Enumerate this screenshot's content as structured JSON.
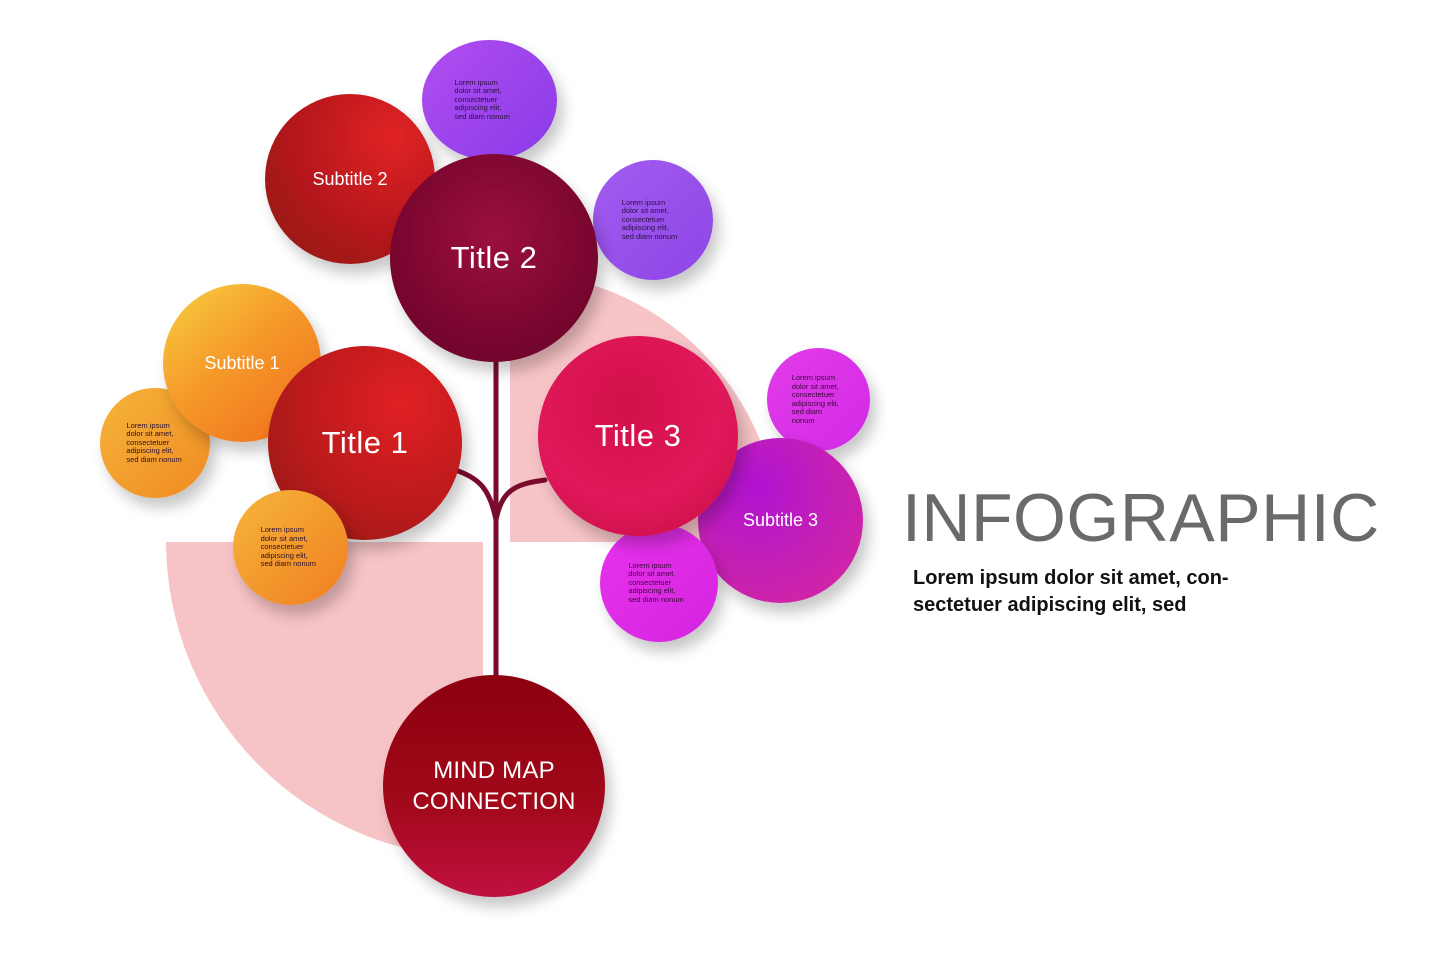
{
  "colors": {
    "shape_fill": "#f6c3c6",
    "connector": "#7a0a2e",
    "heading": "#6a6a6a",
    "tagline": "#111111"
  },
  "nodes": {
    "root": {
      "label": "MIND MAP\nCONNECTION"
    },
    "title1": {
      "label": "Title 1"
    },
    "title2": {
      "label": "Title 2"
    },
    "title3": {
      "label": "Title 3"
    },
    "subtitle1": {
      "label": "Subtitle 1"
    },
    "subtitle2": {
      "label": "Subtitle 2"
    },
    "subtitle3": {
      "label": "Subtitle 3"
    }
  },
  "notes": {
    "note1a": "Lorem ipsum\ndolor sit amet,\nconsectetuer\nadipiscing elit,\nsed diam nonum",
    "note1b": "Lorem ipsum\ndolor sit amet,\nconsectetuer\nadipiscing elit,\nsed diam nonum",
    "note2a": "Lorem ipsum\ndolor sit amet,\nconsectetuer\nadipiscing elit,\nsed diam nonum",
    "note2b": "Lorem ipsum\ndolor sit amet,\nconsectetuer\nadipiscing elit,\nsed diam nonum",
    "note3a": "Lorem ipsum\ndolor sit amet,\nconsectetuer\nadipiscing elit,\nsed diam nonum",
    "note3b": "Lorem ipsum\ndolor sit amet,\nconsectetuer\nadipiscing elit,\nsed diam nonum"
  },
  "heading": "INFOGRAPHIC",
  "tagline": "Lorem ipsum dolor sit amet, con-\nsectetuer adipiscing elit, sed"
}
